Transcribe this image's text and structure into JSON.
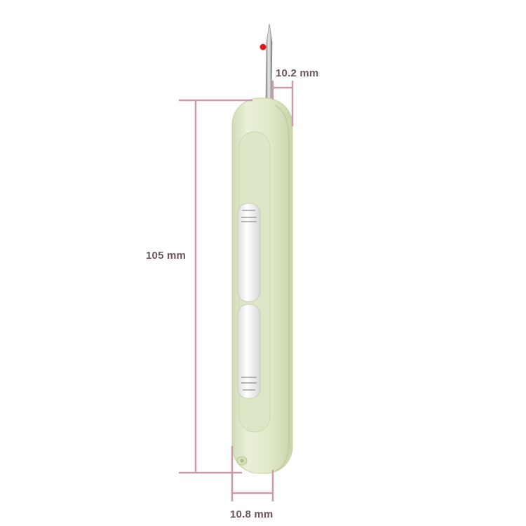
{
  "product": {
    "name": "seam ripper",
    "body_color": "#e4ecd0",
    "body_shade": "#cdd8b0",
    "window_color": "#f3f3f3",
    "needle_tip_ball_color": "#e01818"
  },
  "dimensions": {
    "line_color": "#c99aa8",
    "text_color": "#6b5560",
    "height": {
      "label": "105 mm"
    },
    "needle_offset": {
      "label": "10.2 mm"
    },
    "base_width": {
      "label": "10.8 mm"
    }
  }
}
